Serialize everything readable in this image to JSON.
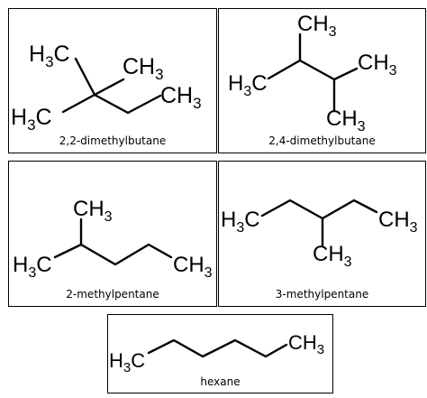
{
  "panels": [
    {
      "caption": "2,2-dimethylbutane",
      "labels": [
        {
          "text": "H",
          "sub": "3",
          "tail": "C"
        },
        {
          "text": "CH",
          "sub": "3",
          "tail": ""
        },
        {
          "text": "CH",
          "sub": "3",
          "tail": ""
        },
        {
          "text": "H",
          "sub": "3",
          "tail": "C"
        }
      ]
    },
    {
      "caption": "2,4-dimethylbutane",
      "labels": [
        {
          "text": "CH",
          "sub": "3",
          "tail": ""
        },
        {
          "text": "H",
          "sub": "3",
          "tail": "C"
        },
        {
          "text": "CH",
          "sub": "3",
          "tail": ""
        },
        {
          "text": "CH",
          "sub": "3",
          "tail": ""
        }
      ]
    },
    {
      "caption": "2-methylpentane",
      "labels": [
        {
          "text": "CH",
          "sub": "3",
          "tail": ""
        },
        {
          "text": "H",
          "sub": "3",
          "tail": "C"
        },
        {
          "text": "CH",
          "sub": "3",
          "tail": ""
        }
      ]
    },
    {
      "caption": "3-methylpentane",
      "labels": [
        {
          "text": "H",
          "sub": "3",
          "tail": "C"
        },
        {
          "text": "CH",
          "sub": "3",
          "tail": ""
        },
        {
          "text": "CH",
          "sub": "3",
          "tail": ""
        }
      ]
    },
    {
      "caption": "hexane",
      "labels": [
        {
          "text": "H",
          "sub": "3",
          "tail": "C"
        },
        {
          "text": "CH",
          "sub": "3",
          "tail": ""
        }
      ]
    }
  ]
}
